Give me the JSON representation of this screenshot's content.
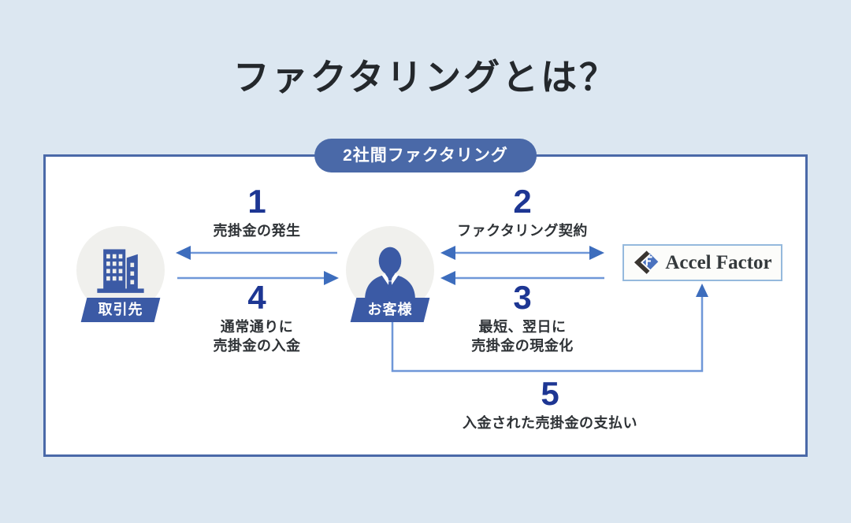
{
  "title": "ファクタリングとは？",
  "scheme_label": "2社間ファクタリング",
  "actors": {
    "client": {
      "label": "取引先",
      "icon": "building-icon"
    },
    "customer": {
      "label": "お客様",
      "icon": "person-icon"
    },
    "factor": {
      "brand": "Accel Factor",
      "icon": "accelfactor-mark-icon"
    }
  },
  "steps": [
    {
      "number": "1",
      "label": "売掛金の発生",
      "from": "お客様",
      "to": "取引先",
      "direction": "left"
    },
    {
      "number": "2",
      "label": "ファクタリング契約",
      "from": "お客様",
      "to": "Accel Factor",
      "direction": "both"
    },
    {
      "number": "3",
      "label": "最短、翌日に\n売掛金の現金化",
      "from": "Accel Factor",
      "to": "お客様",
      "direction": "left"
    },
    {
      "number": "4",
      "label": "通常通りに\n売掛金の入金",
      "from": "取引先",
      "to": "お客様",
      "direction": "right"
    },
    {
      "number": "5",
      "label": "入金された売掛金の支払い",
      "from": "お客様",
      "to": "Accel Factor",
      "direction": "up"
    }
  ],
  "colors": {
    "page_background": "#dce7f1",
    "panel_border": "#4a69a8",
    "badge_background": "#4a69a8",
    "actor_navy": "#3b5aa5",
    "actor_circle": "#f0f0ed",
    "arrow_line": "#6f97d8",
    "arrow_head": "#3d6dbd",
    "step_number": "#1d3693",
    "step_text": "#2e3236",
    "factor_border": "#95b9dd",
    "logo_dark": "#3a3530",
    "logo_blue": "#4a72bf"
  }
}
